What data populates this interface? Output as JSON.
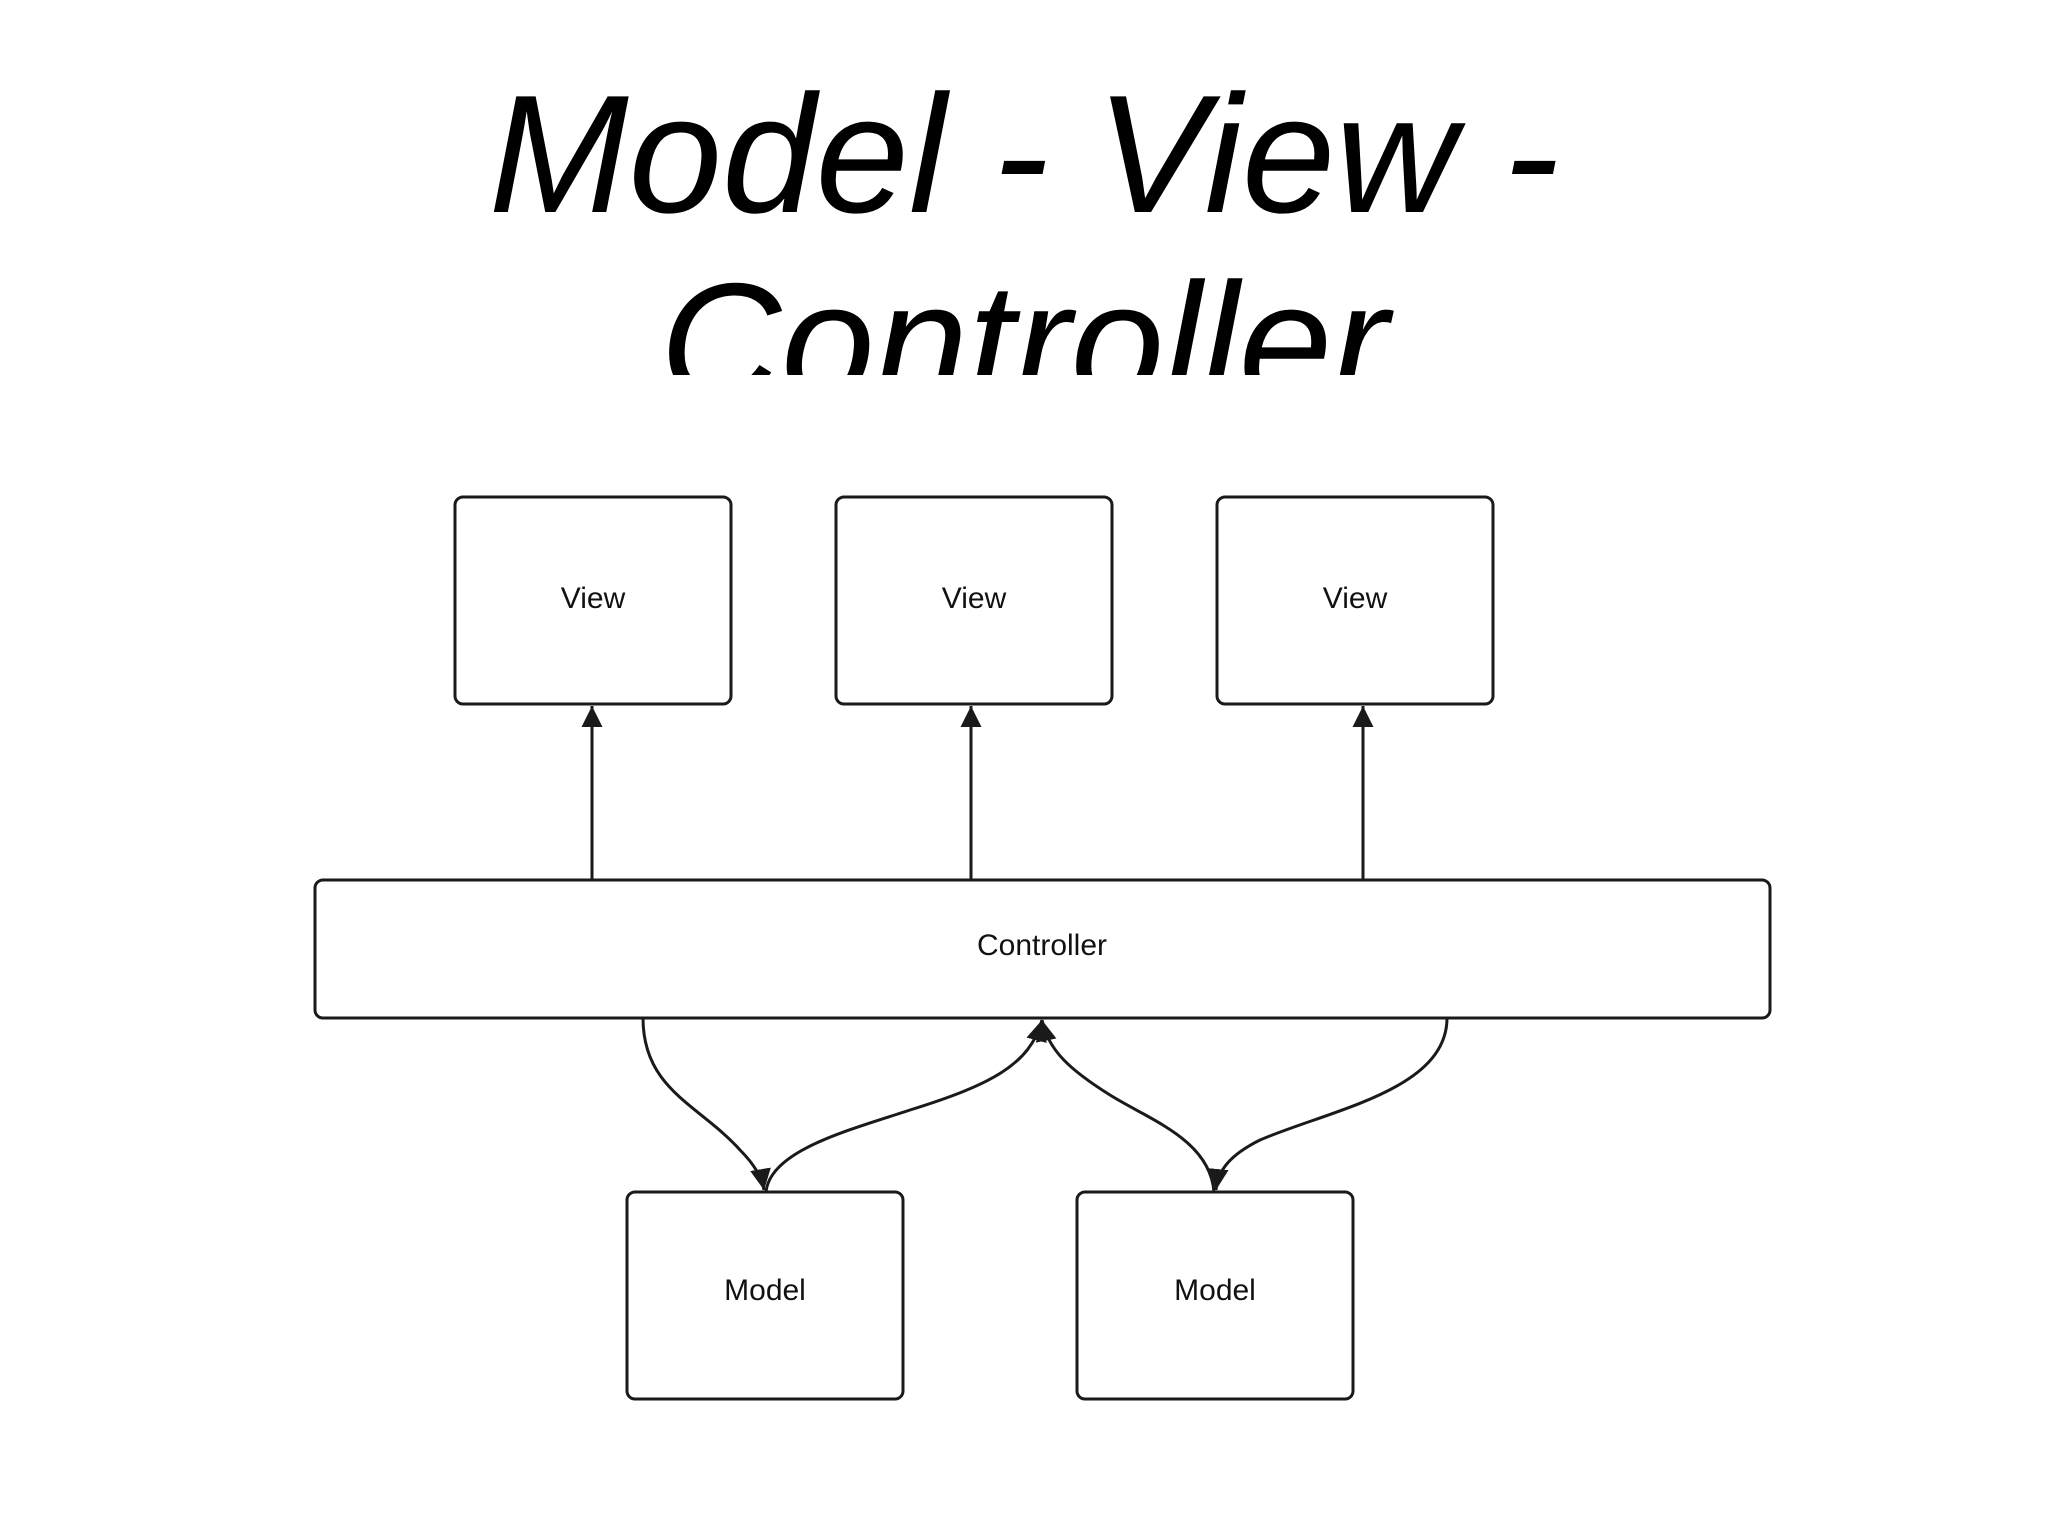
{
  "title": {
    "line1": "Model - View -",
    "line2": "Controller"
  },
  "nodes": {
    "view_1": "View",
    "view_2": "View",
    "view_3": "View",
    "controller": "Controller",
    "model_1": "Model",
    "model_2": "Model"
  },
  "colors": {
    "stroke": "#1a1a1a",
    "background": "#ffffff",
    "text": "#000000"
  }
}
